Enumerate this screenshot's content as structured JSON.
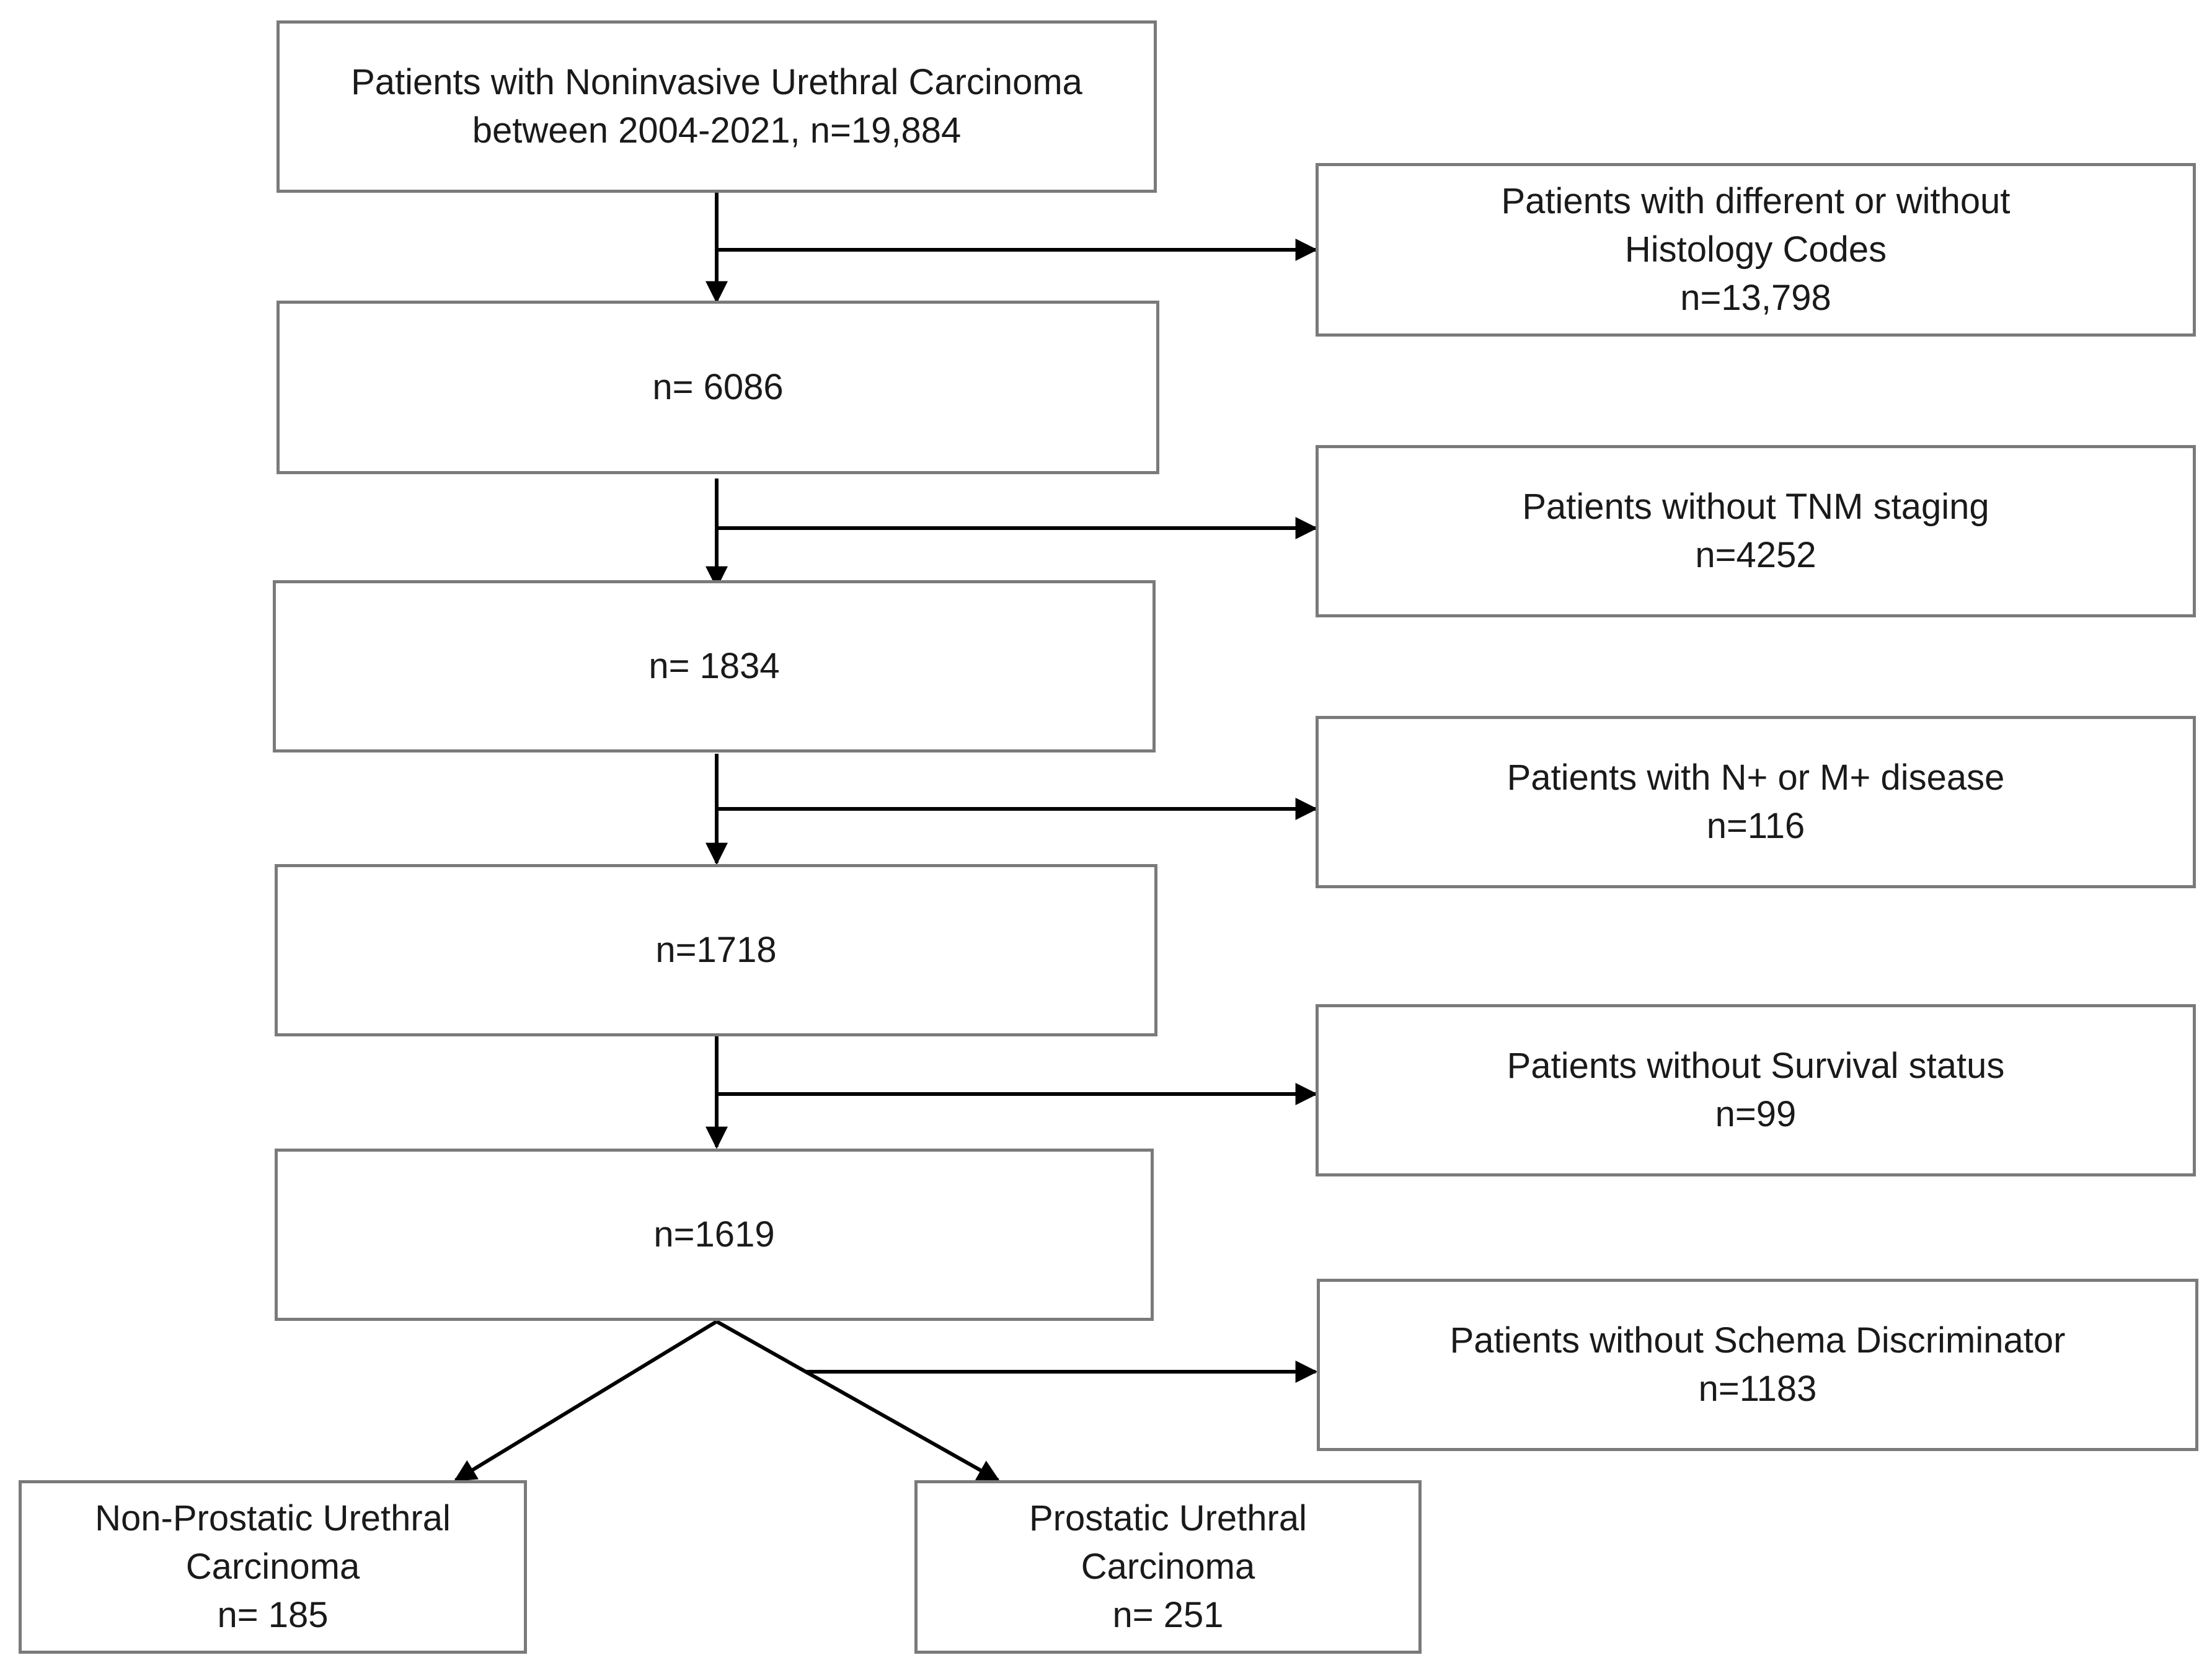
{
  "diagram": {
    "boxes": {
      "start": {
        "lines": [
          "Patients with Noninvasive Urethral Carcinoma",
          "between 2004-2021, n=19,884"
        ]
      },
      "step1": {
        "lines": [
          "n= 6086"
        ]
      },
      "step2": {
        "lines": [
          "n= 1834"
        ]
      },
      "step3": {
        "lines": [
          "n=1718"
        ]
      },
      "step4": {
        "lines": [
          "n=1619"
        ]
      },
      "excl1": {
        "lines": [
          "Patients with different or without",
          "Histology Codes",
          "n=13,798"
        ]
      },
      "excl2": {
        "lines": [
          "Patients without TNM staging",
          "n=4252"
        ]
      },
      "excl3": {
        "lines": [
          "Patients with N+ or M+ disease",
          "n=116"
        ]
      },
      "excl4": {
        "lines": [
          "Patients without Survival status",
          "n=99"
        ]
      },
      "excl5": {
        "lines": [
          "Patients without Schema Discriminator",
          "n=1183"
        ]
      },
      "nonprostatic": {
        "lines": [
          "Non-Prostatic Urethral",
          "Carcinoma",
          "n= 185"
        ]
      },
      "prostatic": {
        "lines": [
          "Prostatic Urethral",
          "Carcinoma",
          "n= 251"
        ]
      }
    },
    "colors": {
      "border": "#7a7a7a",
      "arrow": "#000000",
      "text": "#1a1a1a"
    }
  }
}
